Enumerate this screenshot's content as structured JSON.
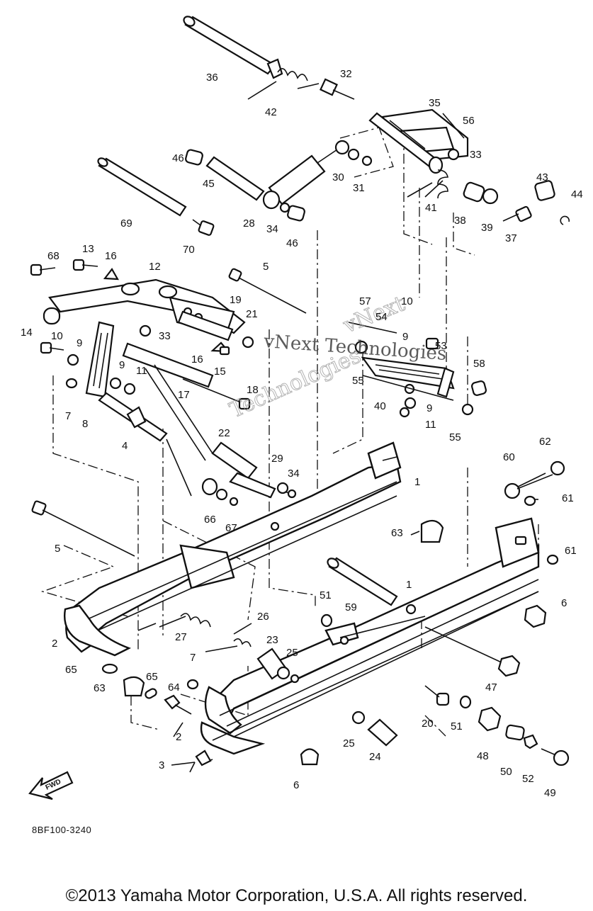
{
  "diagram": {
    "drawing_code": "8BF100-3240",
    "fwd_label": "FWD",
    "watermark_top": "vNext",
    "watermark_mid": "vNext Technologies",
    "watermark_bottom": "Technologies",
    "copyright": "©2013 Yamaha Motor Corporation, U.S.A. All rights reserved.",
    "callouts": [
      "36",
      "42",
      "32",
      "35",
      "56",
      "33",
      "46",
      "45",
      "30",
      "31",
      "41",
      "43",
      "44",
      "69",
      "28",
      "34",
      "46",
      "38",
      "39",
      "37",
      "70",
      "68",
      "13",
      "16",
      "12",
      "5",
      "19",
      "21",
      "14",
      "33",
      "10",
      "9",
      "16",
      "15",
      "9",
      "11",
      "17",
      "18",
      "7",
      "8",
      "4",
      "22",
      "29",
      "34",
      "66",
      "67",
      "57",
      "54",
      "10",
      "9",
      "53",
      "55",
      "40",
      "58",
      "9",
      "11",
      "55",
      "62",
      "60",
      "61",
      "1",
      "63",
      "5",
      "61",
      "1",
      "6",
      "51",
      "59",
      "2",
      "26",
      "23",
      "25",
      "27",
      "7",
      "65",
      "63",
      "65",
      "64",
      "47",
      "20",
      "51",
      "25",
      "24",
      "2",
      "48",
      "50",
      "52",
      "49",
      "3",
      "6"
    ]
  }
}
